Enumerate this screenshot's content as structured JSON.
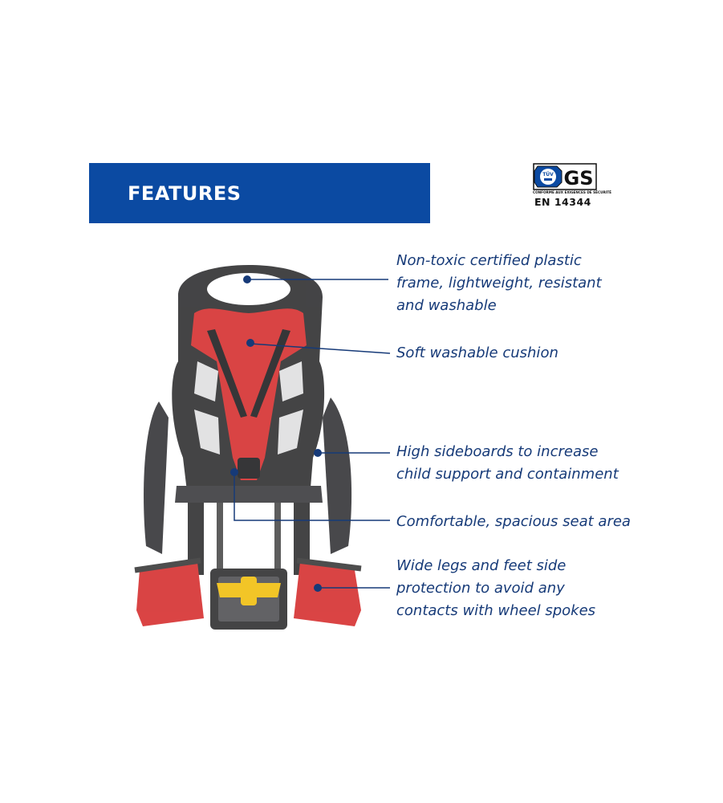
{
  "banner": {
    "title": "FEATURES"
  },
  "certification": {
    "tuv_mark": "TÜV",
    "gs_mark": "GS",
    "conformity_text": "CONFORME AUX EXIGENCES DE SÉCURITÉ",
    "standard": "EN 14344"
  },
  "features": [
    {
      "lines": [
        "Non-toxic certified plastic",
        "frame, lightweight, resistant",
        "and washable"
      ]
    },
    {
      "lines": [
        "Soft washable cushion"
      ]
    },
    {
      "lines": [
        "High sideboards to increase",
        "child support and containment"
      ]
    },
    {
      "lines": [
        "Comfortable, spacious seat area"
      ]
    },
    {
      "lines": [
        "Wide legs and feet side",
        "protection to avoid any",
        "contacts with wheel spokes"
      ]
    }
  ],
  "colors": {
    "banner": "#0b4aa2",
    "feature_text": "#163a78",
    "leader_line": "#163a78",
    "seat_frame": "#3a3a3c",
    "cushion": "#d83a3a",
    "buckle": "#f2c21c"
  }
}
